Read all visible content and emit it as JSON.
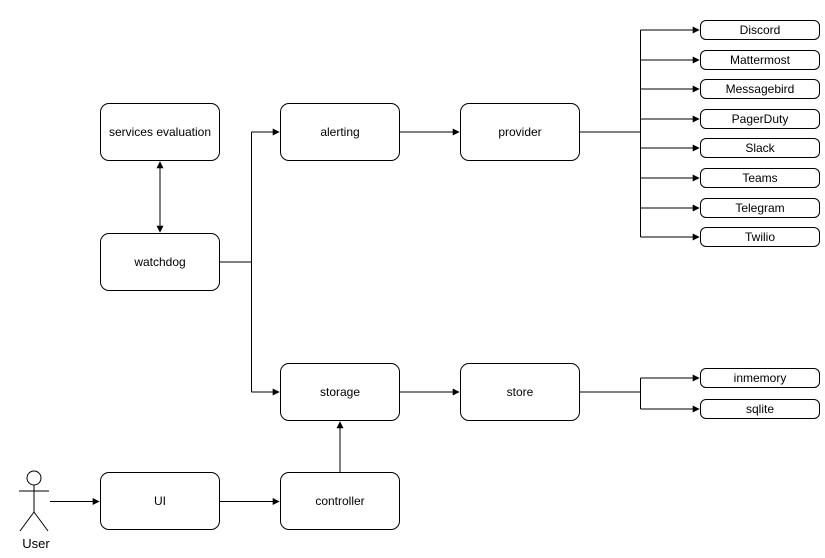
{
  "diagram": {
    "nodes": {
      "services_evaluation": {
        "label": "services evaluation"
      },
      "watchdog": {
        "label": "watchdog"
      },
      "alerting": {
        "label": "alerting"
      },
      "provider": {
        "label": "provider"
      },
      "storage": {
        "label": "storage"
      },
      "store": {
        "label": "store"
      },
      "ui": {
        "label": "UI"
      },
      "controller": {
        "label": "controller"
      }
    },
    "providers": [
      "Discord",
      "Mattermost",
      "Messagebird",
      "PagerDuty",
      "Slack",
      "Teams",
      "Telegram",
      "Twilio"
    ],
    "stores": [
      "inmemory",
      "sqlite"
    ],
    "actor": {
      "label": "User"
    },
    "edges": [
      {
        "from": "services evaluation",
        "to": "watchdog",
        "style": "bidirectional"
      },
      {
        "from": "watchdog",
        "to": "alerting"
      },
      {
        "from": "watchdog",
        "to": "storage"
      },
      {
        "from": "alerting",
        "to": "provider"
      },
      {
        "from": "provider",
        "to": "Discord"
      },
      {
        "from": "provider",
        "to": "Mattermost"
      },
      {
        "from": "provider",
        "to": "Messagebird"
      },
      {
        "from": "provider",
        "to": "PagerDuty"
      },
      {
        "from": "provider",
        "to": "Slack"
      },
      {
        "from": "provider",
        "to": "Teams"
      },
      {
        "from": "provider",
        "to": "Telegram"
      },
      {
        "from": "provider",
        "to": "Twilio"
      },
      {
        "from": "storage",
        "to": "store"
      },
      {
        "from": "store",
        "to": "inmemory"
      },
      {
        "from": "store",
        "to": "sqlite"
      },
      {
        "from": "controller",
        "to": "storage"
      },
      {
        "from": "UI",
        "to": "controller"
      },
      {
        "from": "User",
        "to": "UI"
      }
    ],
    "colors": {
      "stroke": "#000000",
      "node_fill": "#ffffff",
      "background": "#ffffff",
      "text": "#000000"
    }
  }
}
